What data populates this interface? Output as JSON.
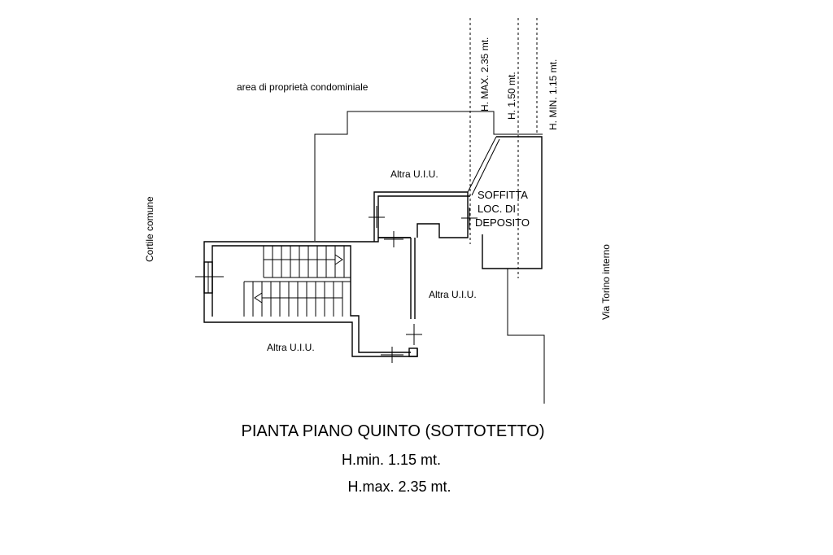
{
  "labels": {
    "area_condominiale": "area di proprietà condominiale",
    "cortile": "Cortile comune",
    "via": "Via Torino interno",
    "altra_uiu_top": "Altra U.I.U.",
    "altra_uiu_mid": "Altra U.I.U.",
    "altra_uiu_bottom": "Altra U.I.U.",
    "soffitta_1": "SOFFITTA",
    "soffitta_2": "LOC. DI",
    "soffitta_3": "DEPOSITO",
    "h_max": "H. MAX. 2.35 mt.",
    "h_mid": "H. 1.50 mt.",
    "h_min": "H. MIN. 1.15 mt."
  },
  "caption": {
    "title": "PIANTA PIANO QUINTO (SOTTOTETTO)",
    "hmin": "H.min. 1.15 mt.",
    "hmax": "H.max. 2.35 mt."
  }
}
